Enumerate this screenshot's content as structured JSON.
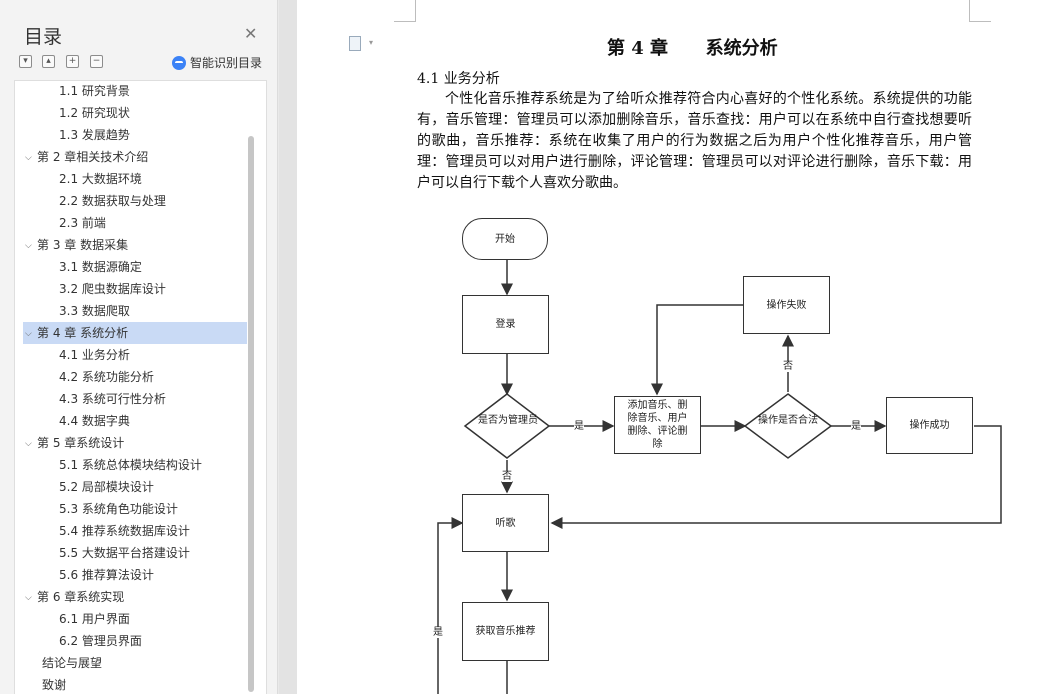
{
  "toc": {
    "title": "目录",
    "close_icon": "close-icon",
    "tools": [
      "▾",
      "▴",
      "+",
      "−"
    ],
    "ai_label": "智能识别目录",
    "items": [
      {
        "text": "1.1  研究背景",
        "level": 2
      },
      {
        "text": "1.2  研究现状",
        "level": 2
      },
      {
        "text": "1.3  发展趋势",
        "level": 2
      },
      {
        "text": "第 2 章相关技术介绍",
        "level": 1
      },
      {
        "text": "2.1  大数据环境",
        "level": 2
      },
      {
        "text": "2.2  数据获取与处理",
        "level": 2
      },
      {
        "text": "2.3 前端",
        "level": 2
      },
      {
        "text": "第 3 章  数据采集",
        "level": 1
      },
      {
        "text": "3.1  数据源确定",
        "level": 2
      },
      {
        "text": "3.2  爬虫数据库设计",
        "level": 2
      },
      {
        "text": "3.3  数据爬取",
        "level": 2
      },
      {
        "text": "第 4 章  系统分析",
        "level": 1,
        "active": true
      },
      {
        "text": "4.1  业务分析",
        "level": 2
      },
      {
        "text": "4.2  系统功能分析",
        "level": 2
      },
      {
        "text": "4.3  系统可行性分析",
        "level": 2
      },
      {
        "text": "4.4  数据字典",
        "level": 2
      },
      {
        "text": "第 5 章系统设计",
        "level": 1
      },
      {
        "text": "5.1  系统总体模块结构设计",
        "level": 2
      },
      {
        "text": "5.2  局部模块设计",
        "level": 2
      },
      {
        "text": "5.3  系统角色功能设计",
        "level": 2
      },
      {
        "text": "5.4  推荐系统数据库设计",
        "level": 2
      },
      {
        "text": "5.5  大数据平台搭建设计",
        "level": 2
      },
      {
        "text": "5.6  推荐算法设计",
        "level": 2
      },
      {
        "text": "第 6 章系统实现",
        "level": 1
      },
      {
        "text": "6.1  用户界面",
        "level": 2
      },
      {
        "text": "6.2  管理员界面",
        "level": 2
      },
      {
        "text": "结论与展望",
        "level": 0
      },
      {
        "text": "致谢",
        "level": 0
      }
    ]
  },
  "document": {
    "chapter_title": "第 4 章      系统分析",
    "section_title": "4.1  业务分析",
    "paragraph": "个性化音乐推荐系统是为了给听众推荐符合内心喜好的个性化系统。系统提供的功能有，音乐管理：管理员可以添加删除音乐，音乐查找：用户可以在系统中自行查找想要听的歌曲，音乐推荐：系统在收集了用户的行为数据之后为用户个性化推荐音乐，用户管理：管理员可以对用户进行删除，评论管理：管理员可以对评论进行删除，音乐下载：用户可以自行下载个人喜欢分歌曲。"
  },
  "flowchart": {
    "start": "开始",
    "login": "登录",
    "is_admin": "是否为管理员",
    "admin_ops": "添加音乐、删除音乐、用户删除、评论删除",
    "op_legal": "操作是否合法",
    "op_fail": "操作失败",
    "op_success": "操作成功",
    "listen": "听歌",
    "get_rec": "获取音乐推荐",
    "yes": "是",
    "no": "否"
  }
}
